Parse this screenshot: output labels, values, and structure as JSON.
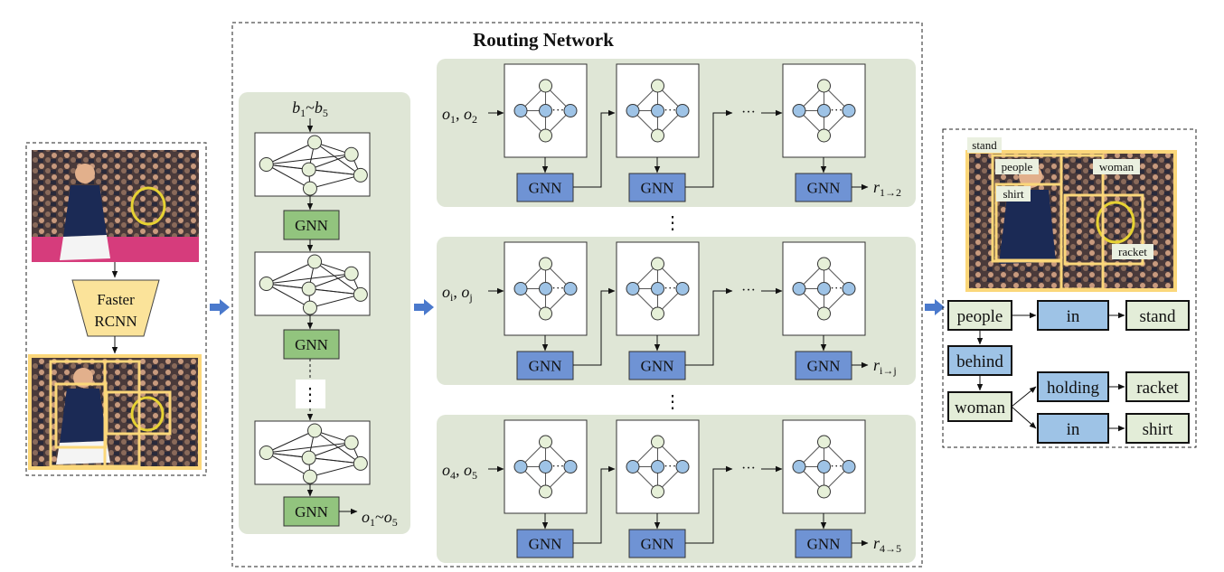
{
  "title": "Routing Network",
  "detector_label_1": "Faster",
  "detector_label_2": "RCNN",
  "gnn_label": "GNN",
  "vdots": "⋮",
  "hdots": "···",
  "input_top": {
    "a": "b",
    "s1": "1",
    "sep": "~",
    "b": "b",
    "s2": "5"
  },
  "output_col": {
    "a": "o",
    "s1": "1",
    "sep": "~",
    "b": "o",
    "s2": "5"
  },
  "rows": [
    {
      "in_a": "o",
      "in_a_sub": "1",
      "in_b": "o",
      "in_b_sub": "2",
      "out": "r",
      "out_sub": "1→2"
    },
    {
      "in_a": "o",
      "in_a_sub": "i",
      "in_b": "o",
      "in_b_sub": "j",
      "out": "r",
      "out_sub": "i→j"
    },
    {
      "in_a": "o",
      "in_a_sub": "4",
      "in_b": "o",
      "in_b_sub": "5",
      "out": "r",
      "out_sub": "4→5"
    }
  ],
  "photo_tags": [
    "stand",
    "people",
    "woman",
    "shirt",
    "racket"
  ],
  "scene_graph": {
    "nodes": {
      "people": "people",
      "in1": "in",
      "stand": "stand",
      "behind": "behind",
      "woman": "woman",
      "holding": "holding",
      "racket": "racket",
      "in2": "in",
      "shirt": "shirt"
    }
  },
  "colors": {
    "panel_bg": "#dfe6d6",
    "gnn_green": "#92c47e",
    "gnn_blue": "#6f93d4",
    "node_green": "#e6f0d8",
    "node_blue": "#9ec3e6",
    "box_yellow": "#fbe39a",
    "arrow_blue": "#4a79cc"
  }
}
